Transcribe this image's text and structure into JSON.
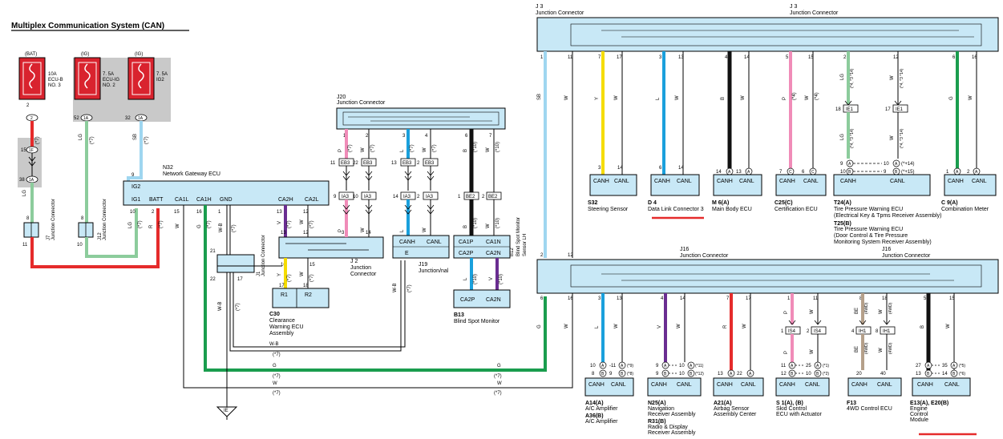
{
  "title": "Multiplex Communication System (CAN)",
  "colors": {
    "fuse_red": "#d9232e",
    "wire_red": "#e52b2b",
    "wire_green": "#1a9d4e",
    "wire_lightgreen": "#8ccc9c",
    "wire_lightblue": "#9fd6f0",
    "wire_blue": "#1aa0dc",
    "wire_pink": "#f08cb8",
    "wire_purple": "#6a2d91",
    "wire_yellow": "#f5dc00",
    "wire_brown": "#b5a08a",
    "wire_black": "#111111",
    "box_fill": "#c8e8f6",
    "fuse_bg": "#c9c9c9"
  },
  "fuses": [
    {
      "top": "(BAT)",
      "line1": "10A",
      "line2": "ECU-B",
      "line3": "NO. 3",
      "pin": "2",
      "conn": "2"
    },
    {
      "top": "(IG)",
      "line1": "7. 5A",
      "line2": "ECU-IG",
      "line3": "NO. 2",
      "pin": "52",
      "conn": "1A"
    },
    {
      "top": "(IG)",
      "line1": "7. 5A",
      "line2": "IG2",
      "line3": "",
      "pin": "32",
      "conn": "1A"
    }
  ],
  "labels": {
    "j7": "J7",
    "j7_desc": "Junction Connector",
    "j12": "J12",
    "j12_desc": "Junction Connector",
    "n32": "N32",
    "n32_desc": "Network Gateway ECU",
    "n32_pins": [
      "IG2",
      "IG1",
      "BATT",
      "CA1L",
      "CA1H",
      "GND",
      "CA2H",
      "CA2L"
    ],
    "j20": "J20",
    "j20_desc": "Junction Connector",
    "j2": "J 2",
    "j2_desc1": "Junction",
    "j2_desc2": "Connector",
    "j19": "J19",
    "j19_desc": "Junction/nal",
    "j1": "J1",
    "j1_desc": "Junction Connector",
    "c30": "C30",
    "c30_desc1": "Clearance",
    "c30_desc2": "Warning ECU",
    "c30_desc3": "Assembly",
    "b12": "B12",
    "b12_desc1": "Blind Spot Monitor",
    "b12_desc2": "Sensor LH",
    "b13": "B13",
    "b13_desc": "Blind Spot Monitor",
    "ie": "IE",
    "j3": "J 3",
    "j3_desc": "Junction Connector",
    "j16": "J16",
    "j16_desc": "Junction Connector"
  },
  "top_ecus": [
    {
      "code": "S32",
      "name": "Steering Sensor",
      "name2": "",
      "name3": "",
      "pins": [
        "3",
        "14"
      ]
    },
    {
      "code": "D 4",
      "name": "Data Link Connector 3",
      "name2": "",
      "name3": "",
      "pins": [
        "6",
        "14"
      ]
    },
    {
      "code": "M 6(A)",
      "name": "Main Body ECU",
      "name2": "",
      "name3": "",
      "pins": [
        "14",
        "13"
      ]
    },
    {
      "code": "C25(C)",
      "name": "Certification ECU",
      "name2": "",
      "name3": "",
      "pins": [
        "7",
        "6"
      ]
    },
    {
      "code": "T24(A)",
      "name": "Tire Pressure Warning ECU",
      "name2": "(Electrical Key & Tpms Receiver Assembly)",
      "name3": "T25(B)",
      "name4": "Tire Pressure Warning ECU",
      "name5": "(Door Control & Tire Pressure",
      "name6": "Monitoring System Receiver Assembly)",
      "pins": [
        "9",
        "10"
      ]
    },
    {
      "code": "C 9(A)",
      "name": "Combination Meter",
      "name2": "",
      "name3": "",
      "pins": [
        "1",
        "2"
      ]
    }
  ],
  "bottom_ecus": [
    {
      "code": "A14(A)",
      "name": "A/C Amplifier",
      "code2": "A36(B)",
      "name2": "A/C Amplifier"
    },
    {
      "code": "N25(A)",
      "name": "Navigation",
      "name_b": "Receiver Assembly",
      "code2": "R31(B)",
      "name2": "Radio & Display",
      "name2b": "Receiver Assembly"
    },
    {
      "code": "A21(A)",
      "name": "Airbag Sensor",
      "name_b": "Assembly Center"
    },
    {
      "code": "S 1(A), (B)",
      "name": "Skid Control",
      "name_b": "ECU with Actuator"
    },
    {
      "code": "F13",
      "name": "4WD Control ECU"
    },
    {
      "code": "E13(A), E20(B)",
      "name": "Engine",
      "name_b": "Control",
      "name_c": "Module"
    }
  ],
  "canh": "CANH",
  "canl": "CANL",
  "wire_colors": [
    "Y",
    "L",
    "B",
    "P",
    "LG",
    "G",
    "SB",
    "W",
    "R",
    "V",
    "BE",
    "W-B"
  ]
}
